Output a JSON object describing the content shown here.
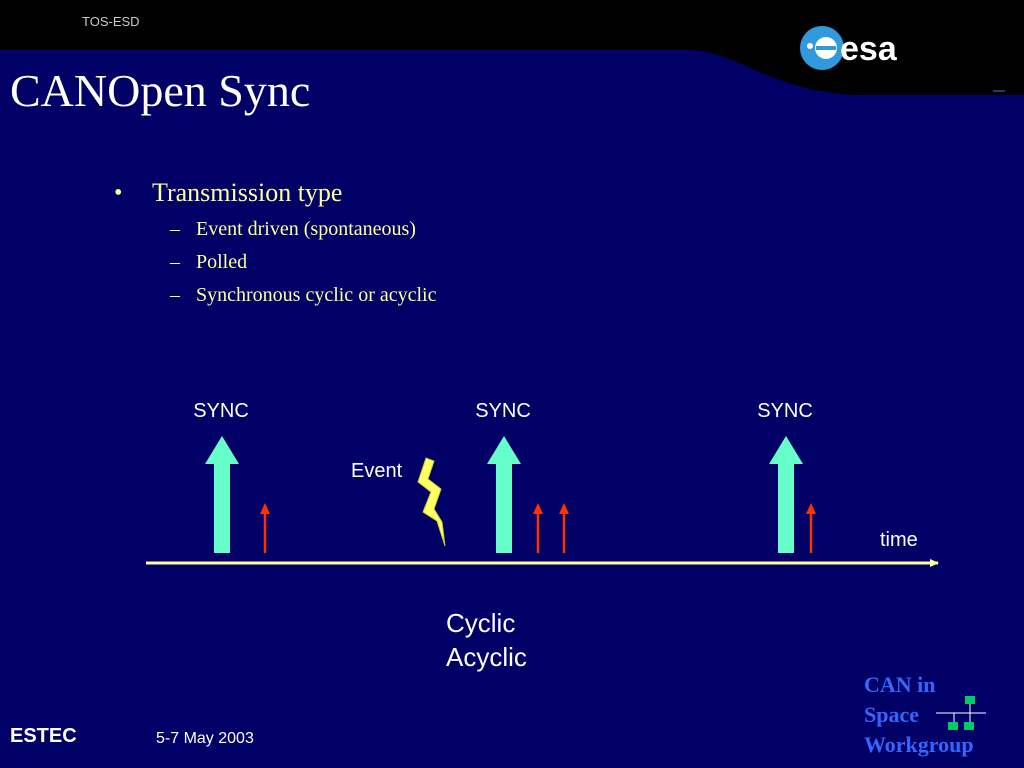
{
  "header": {
    "org": "TOS-ESD",
    "logo_text": "esa"
  },
  "title": "CANOpen Sync",
  "bullets": {
    "main": "Transmission type",
    "sub": [
      "Event driven (spontaneous)",
      "Polled",
      "Synchronous cyclic or acyclic"
    ]
  },
  "diagram": {
    "sync_labels": [
      "SYNC",
      "SYNC",
      "SYNC"
    ],
    "event_label": "Event",
    "time_label": "time",
    "mode_labels": [
      "Cyclic",
      "Acyclic"
    ]
  },
  "footer": {
    "site": "ESTEC",
    "date": "5-7 May 2003",
    "workgroup": [
      "CAN in",
      "Space",
      "Workgroup"
    ]
  },
  "colors": {
    "background": "#000066",
    "title": "#ffffff",
    "bullet_text": "#ffff99",
    "sync_arrow": "#66ffcc",
    "response_arrow": "#ff3300",
    "timeline": "#ffff99",
    "event_bolt": "#ffff66",
    "workgroup_text": "#3366ff"
  }
}
